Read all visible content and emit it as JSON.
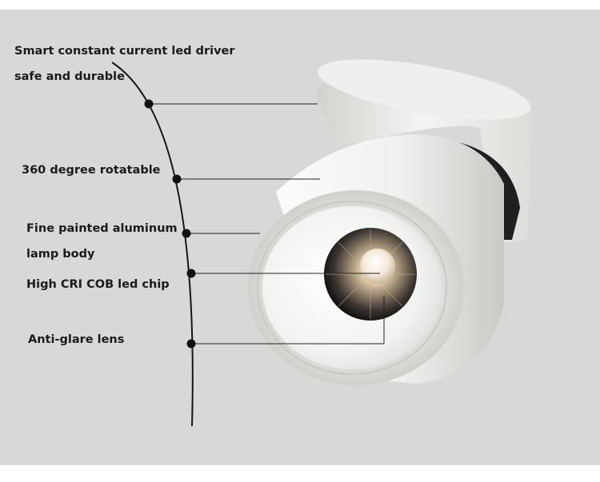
{
  "callouts": {
    "driver_line1": "Smart constant current led driver",
    "driver_line2": "safe and durable",
    "rotatable": "360 degree rotatable",
    "aluminum_line1": "Fine painted aluminum",
    "aluminum_line2": "lamp body",
    "cob_chip": "High CRI COB led chip",
    "lens": "Anti-glare lens"
  },
  "colors": {
    "background": "#d8d8d6",
    "lamp_body": "#f1f1ef",
    "text": "#1b1b1b"
  }
}
